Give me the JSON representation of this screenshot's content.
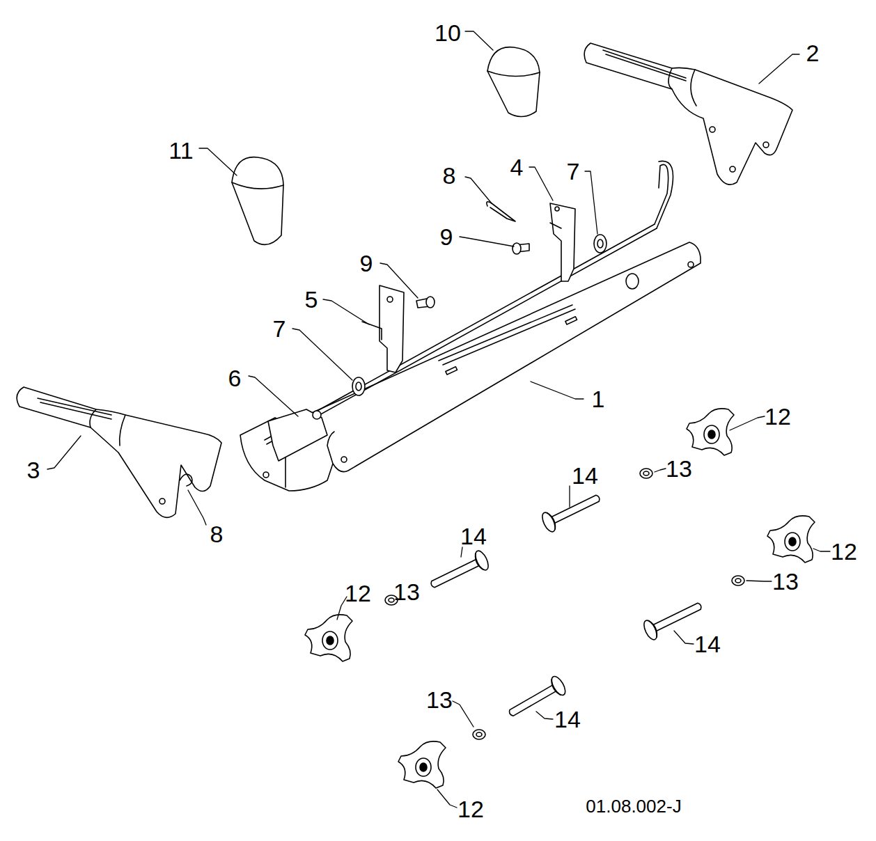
{
  "diagram": {
    "labels": [
      "10",
      "2",
      "11",
      "8",
      "4",
      "7",
      "9",
      "9",
      "5",
      "7",
      "6",
      "1",
      "12",
      "3",
      "13",
      "14",
      "8",
      "14",
      "12",
      "13",
      "12",
      "13",
      "14",
      "13",
      "14",
      "12",
      "01.08.002-J"
    ]
  }
}
